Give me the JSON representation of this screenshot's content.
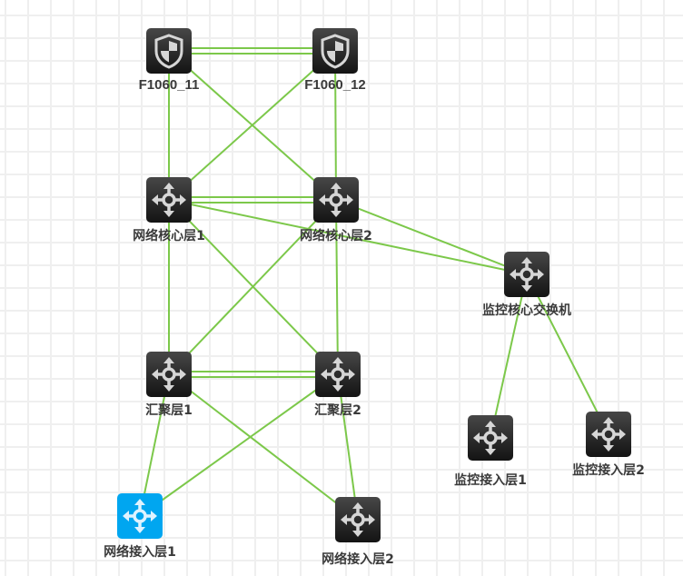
{
  "diagram": {
    "type": "network-topology",
    "link_color": "#7cc84a",
    "icon_color": "#2a2a2a",
    "selected_color": "#00a6f0",
    "nodes": [
      {
        "id": "fw11",
        "label": "F1060_11",
        "icon": "firewall-shield-icon",
        "selected": false
      },
      {
        "id": "fw12",
        "label": "F1060_12",
        "icon": "firewall-shield-icon",
        "selected": false
      },
      {
        "id": "core1",
        "label": "网络核心层1",
        "icon": "switch-arrows-icon",
        "selected": false
      },
      {
        "id": "core2",
        "label": "网络核心层2",
        "icon": "switch-arrows-icon",
        "selected": false
      },
      {
        "id": "moncore",
        "label": "监控核心交换机",
        "icon": "switch-arrows-icon",
        "selected": false
      },
      {
        "id": "agg1",
        "label": "汇聚层1",
        "icon": "switch-arrows-icon",
        "selected": false
      },
      {
        "id": "agg2",
        "label": "汇聚层2",
        "icon": "switch-arrows-icon",
        "selected": false
      },
      {
        "id": "acc1",
        "label": "网络接入层1",
        "icon": "switch-arrows-icon",
        "selected": true
      },
      {
        "id": "acc2",
        "label": "网络接入层2",
        "icon": "switch-arrows-icon",
        "selected": false
      },
      {
        "id": "monacc1",
        "label": "监控接入层1",
        "icon": "switch-arrows-icon",
        "selected": false
      },
      {
        "id": "monacc2",
        "label": "监控接入层2",
        "icon": "switch-arrows-icon",
        "selected": false
      }
    ],
    "links": [
      {
        "from": "fw11",
        "to": "fw12",
        "count": 2
      },
      {
        "from": "fw11",
        "to": "core1",
        "count": 1
      },
      {
        "from": "fw11",
        "to": "core2",
        "count": 1
      },
      {
        "from": "fw12",
        "to": "core1",
        "count": 1
      },
      {
        "from": "fw12",
        "to": "core2",
        "count": 1
      },
      {
        "from": "core1",
        "to": "core2",
        "count": 2
      },
      {
        "from": "core1",
        "to": "moncore",
        "count": 1
      },
      {
        "from": "core2",
        "to": "moncore",
        "count": 1
      },
      {
        "from": "core1",
        "to": "agg1",
        "count": 1
      },
      {
        "from": "core1",
        "to": "agg2",
        "count": 1
      },
      {
        "from": "core2",
        "to": "agg1",
        "count": 1
      },
      {
        "from": "core2",
        "to": "agg2",
        "count": 1
      },
      {
        "from": "agg1",
        "to": "agg2",
        "count": 2
      },
      {
        "from": "agg1",
        "to": "acc1",
        "count": 1
      },
      {
        "from": "agg1",
        "to": "acc2",
        "count": 1
      },
      {
        "from": "agg2",
        "to": "acc1",
        "count": 1
      },
      {
        "from": "agg2",
        "to": "acc2",
        "count": 1
      },
      {
        "from": "moncore",
        "to": "monacc1",
        "count": 1
      },
      {
        "from": "moncore",
        "to": "monacc2",
        "count": 1
      }
    ]
  }
}
